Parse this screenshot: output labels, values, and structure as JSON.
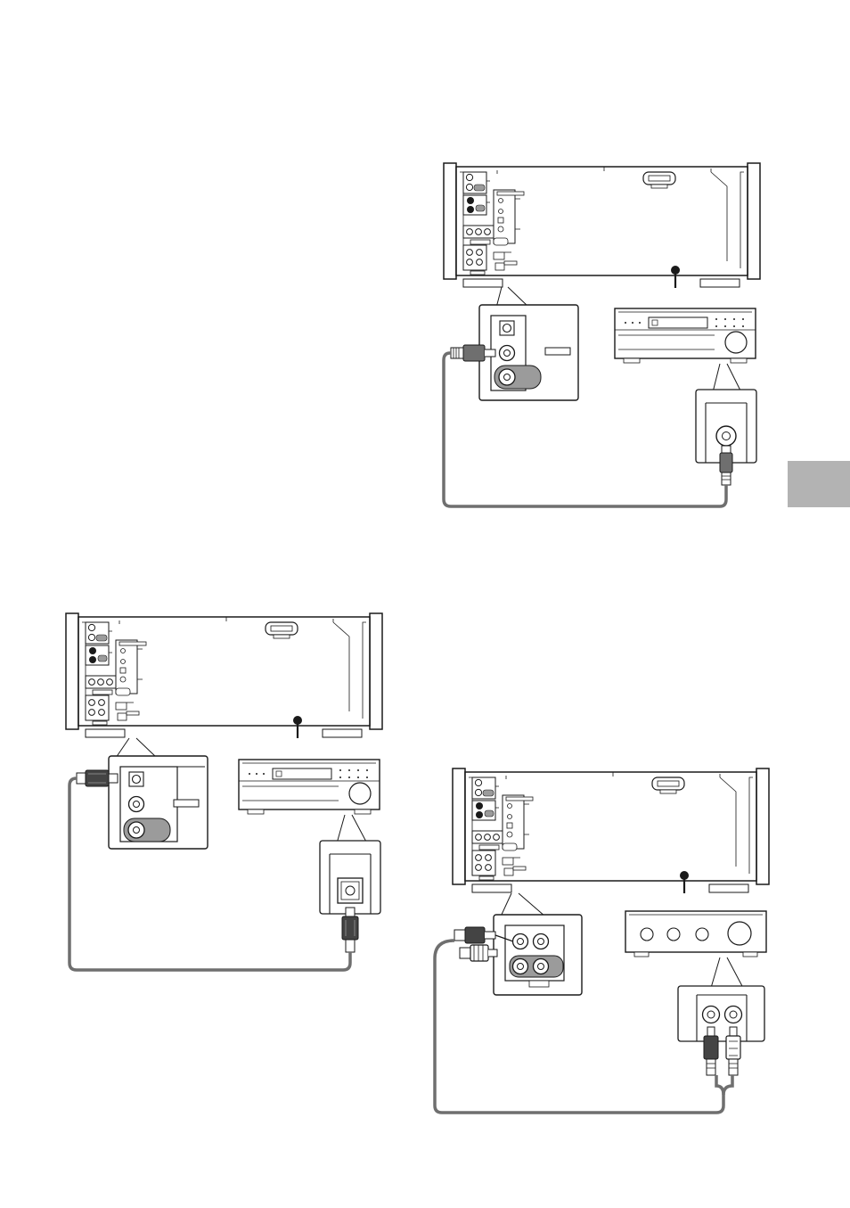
{
  "page": {
    "background": "#ffffff",
    "side_tab_color": "#b3b3b3"
  },
  "colors": {
    "line": "#1a1a1a",
    "cable": "#6f6f6f",
    "panel_gray": "#9b9b9b",
    "plug_dark": "#444444"
  },
  "diagrams": [
    {
      "name": "coaxial-digital-to-md-recorder",
      "connection": "coaxial",
      "destination": "md-recorder"
    },
    {
      "name": "optical-digital-to-md-recorder",
      "connection": "optical",
      "destination": "md-recorder"
    },
    {
      "name": "analog-audio-to-amplifier",
      "connection": "analog-rca",
      "destination": "stereo-amplifier"
    }
  ],
  "icons": [
    "player-rear-panel",
    "jack-panel-zoom",
    "md-recorder",
    "amplifier",
    "rca-plug",
    "optical-plug",
    "power-cord"
  ]
}
